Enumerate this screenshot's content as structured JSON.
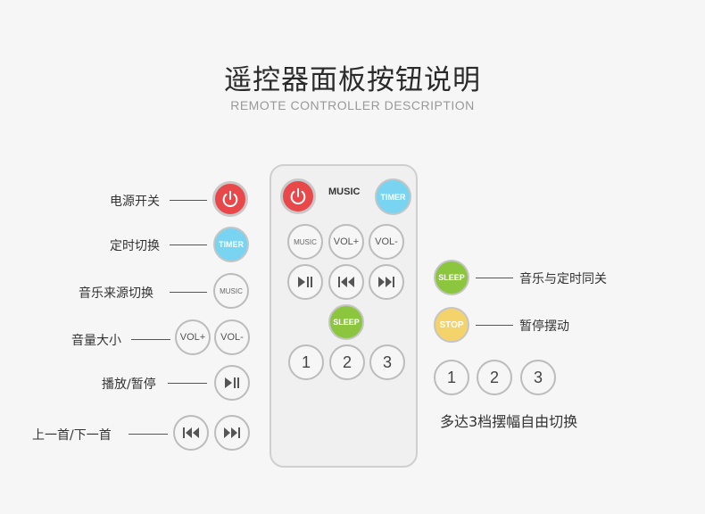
{
  "title": "遥控器面板按钮说明",
  "subtitle": "REMOTE CONTROLLER DESCRIPTION",
  "remote": {
    "music_label": "MUSIC",
    "timer_label": "TIMER",
    "music_btn": "MUSIC",
    "vol_up": "VOL+",
    "vol_down": "VOL-",
    "sleep_label": "SLEEP",
    "numbers": [
      "1",
      "2",
      "3"
    ]
  },
  "left_labels": {
    "power": "电源开关",
    "timer": "定时切换",
    "music": "音乐来源切换",
    "volume": "音量大小",
    "play_pause": "播放/暂停",
    "prev_next": "上一首/下一首"
  },
  "left_buttons": {
    "timer": "TIMER",
    "music": "MUSIC",
    "vol_up": "VOL+",
    "vol_down": "VOL-"
  },
  "right": {
    "sleep_label": "SLEEP",
    "sleep_desc": "音乐与定时同关",
    "stop_label": "STOP",
    "stop_desc": "暂停摆动",
    "numbers": [
      "1",
      "2",
      "3"
    ],
    "numbers_desc": "多达3档摆幅自由切换"
  },
  "colors": {
    "power": "#e8484a",
    "timer": "#78d4f0",
    "sleep": "#8cc63f",
    "stop": "#f4d46a"
  }
}
